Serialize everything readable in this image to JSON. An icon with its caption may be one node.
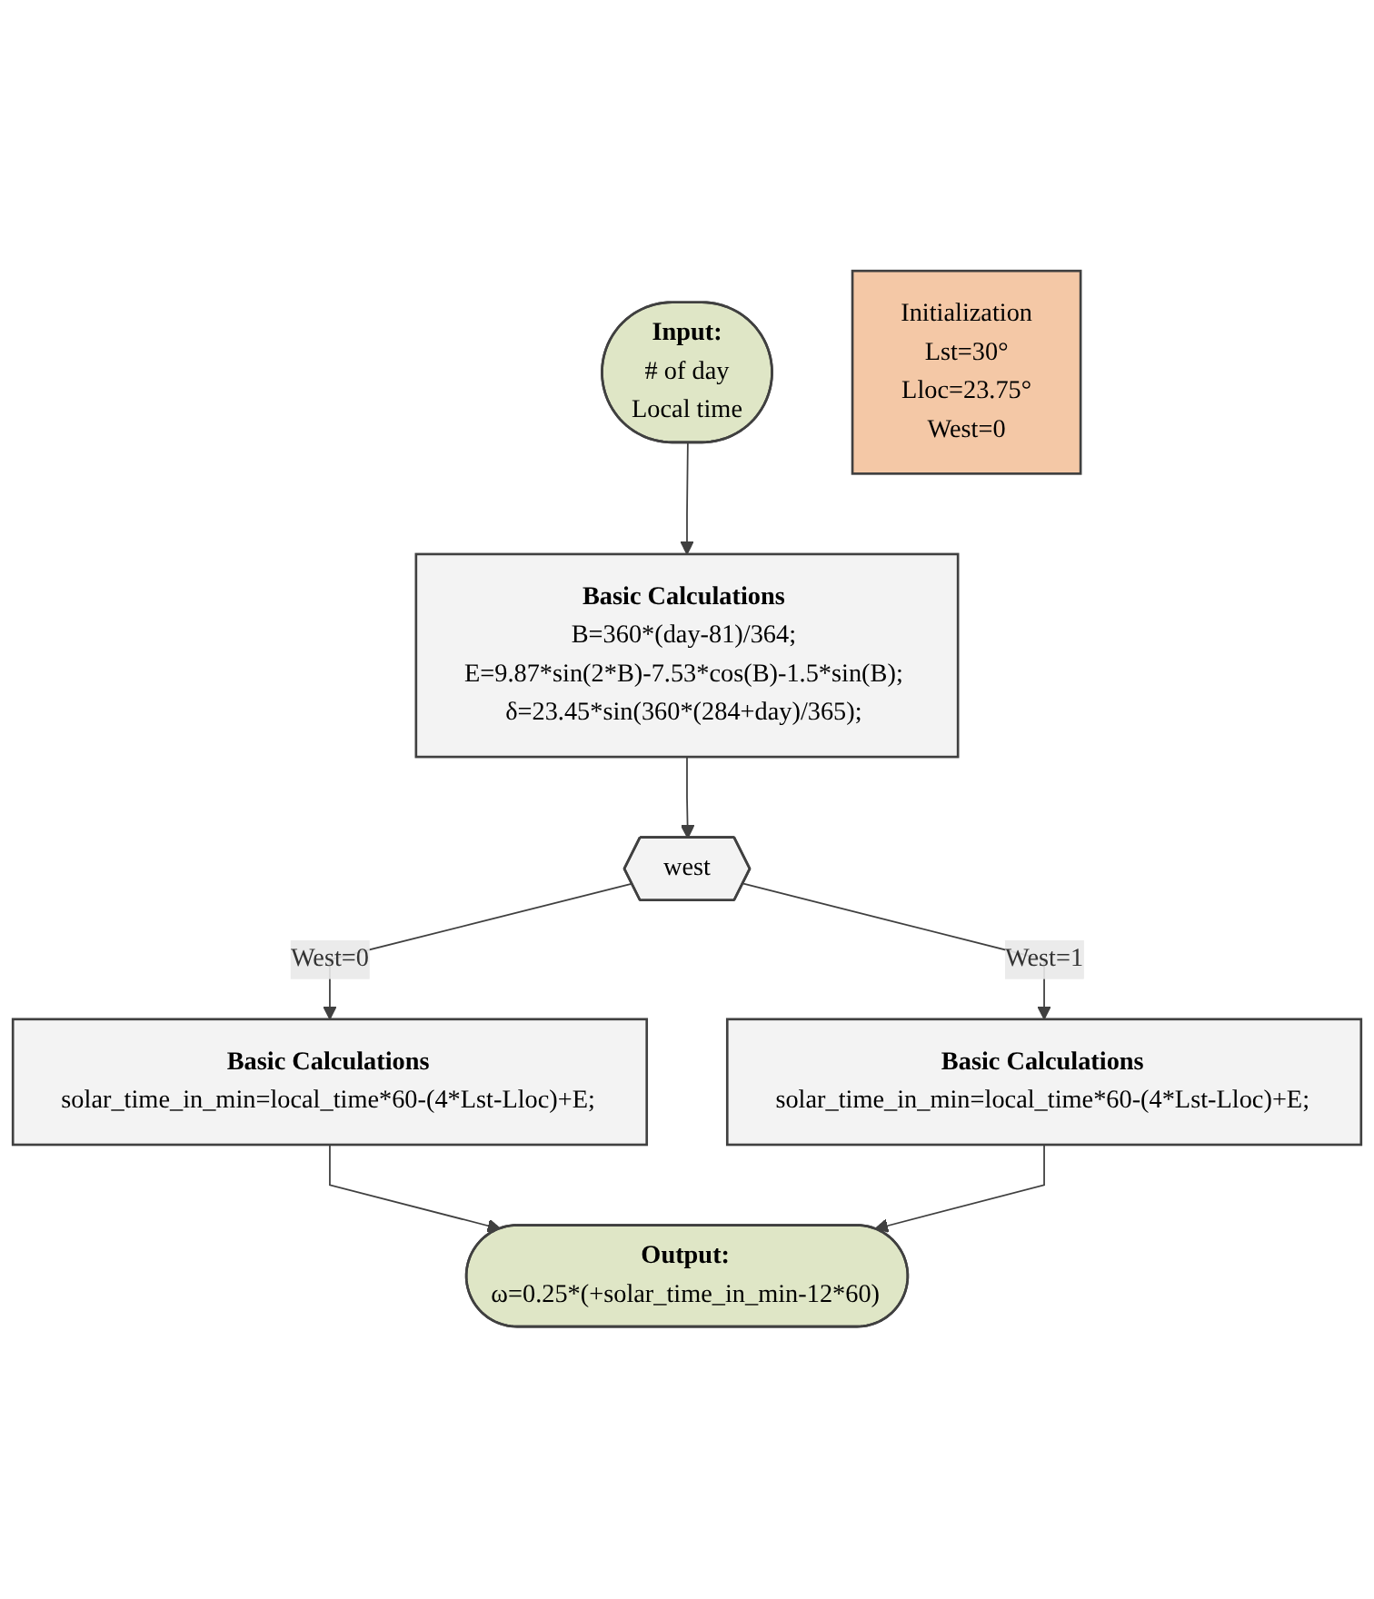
{
  "diagram": {
    "nodes": [
      {
        "text": [
          "Input:",
          "# of day",
          "Local time"
        ]
      },
      {
        "text": [
          "Initialization",
          "Lst=30°",
          "Lloc=23.75°",
          "West=0"
        ]
      },
      {
        "text": [
          "Basic Calculations",
          "B=360*(day-81)/364;",
          "E=9.87*sin(2*B)-7.53*cos(B)-1.5*sin(B);",
          "δ=23.45*sin(360*(284+day)/365);"
        ]
      },
      {
        "text": [
          "west"
        ]
      },
      {
        "text": [
          "Basic Calculations",
          "solar_time_in_min=local_time*60-(4*Lst-Lloc)+E;"
        ]
      },
      {
        "text": [
          "Basic Calculations",
          "solar_time_in_min=local_time*60-(4*Lst-Lloc)+E;"
        ]
      },
      {
        "text": [
          "Output:",
          "ω=0.25*(+solar_time_in_min-12*60)"
        ]
      }
    ],
    "edges": [
      {
        "from": 0,
        "to": 2,
        "arrow": "to"
      },
      {
        "from": 2,
        "to": 3,
        "arrow": "to"
      },
      {
        "from": 3,
        "to": 4,
        "arrow": "to",
        "label": "West=1"
      },
      {
        "from": 3,
        "to": 5,
        "arrow": "to",
        "label": "West=0"
      },
      {
        "from": 5,
        "to": 6,
        "arrow": "to"
      },
      {
        "from": 4,
        "to": 6,
        "arrow": "to"
      }
    ]
  }
}
